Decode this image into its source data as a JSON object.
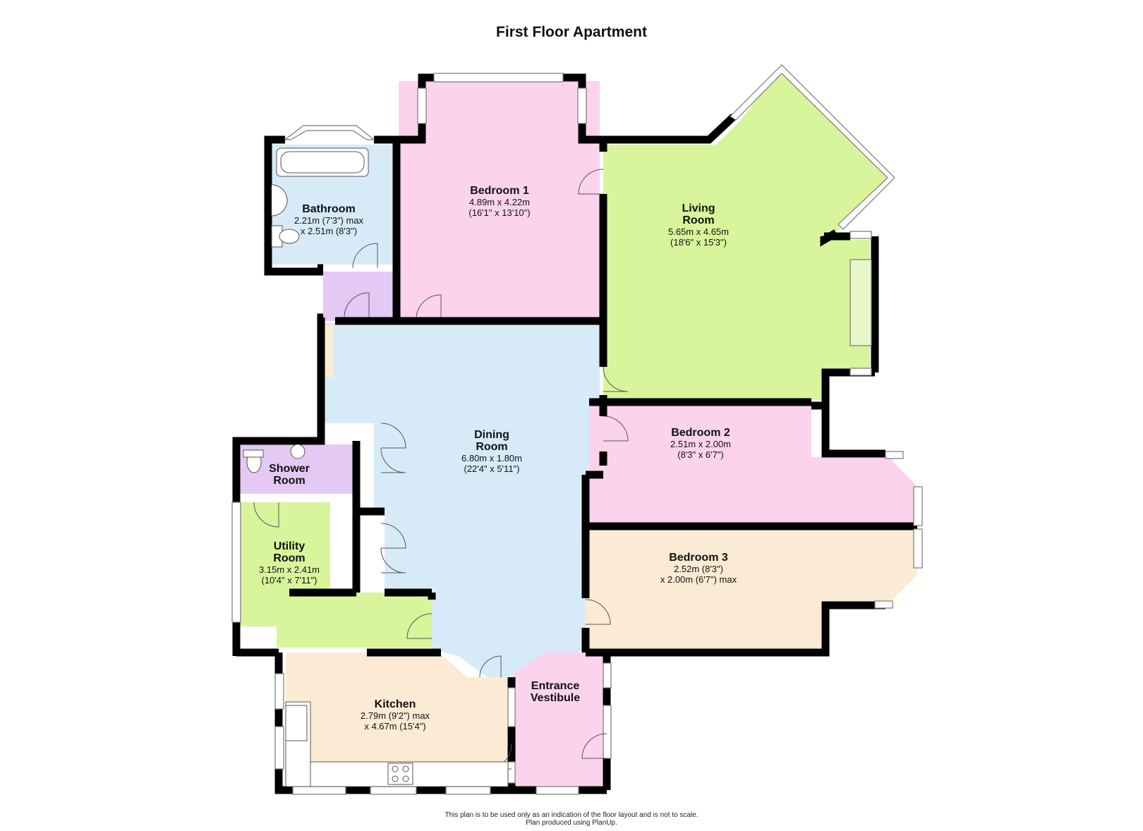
{
  "title": "First Floor Apartment",
  "rooms": [
    {
      "id": "bathroom",
      "name": "Bathroom",
      "dims_line1": "2.21m (7'3\") max",
      "dims_line2": "x 2.51m (8'3\")",
      "color": "#d6ebf7"
    },
    {
      "id": "bedroom1",
      "name": "Bedroom 1",
      "dims_line1": "4.89m x 4.22m",
      "dims_line2": "(16'1\" x 13'10\")",
      "color": "#fbd3ec"
    },
    {
      "id": "living",
      "name_line1": "Living",
      "name_line2": "Room",
      "dims_line1": "5.65m x 4.65m",
      "dims_line2": "(18'6\" x 15'3\")",
      "color": "#d8f59b"
    },
    {
      "id": "dining",
      "name_line1": "Dining",
      "name_line2": "Room",
      "dims_line1": "6.80m x 1.80m",
      "dims_line2": "(22'4\" x 5'11\")",
      "color": "#d6ebf7"
    },
    {
      "id": "bedroom2",
      "name": "Bedroom 2",
      "dims_line1": "2.51m x 2.00m",
      "dims_line2": "(8'3\" x 6'7\")",
      "color": "#fbd3ec"
    },
    {
      "id": "bedroom3",
      "name": "Bedroom 3",
      "dims_line1": "2.52m (8'3\")",
      "dims_line2": "x 2.00m (6'7\") max",
      "color": "#fcebd4"
    },
    {
      "id": "shower",
      "name_line1": "Shower",
      "name_line2": "Room",
      "color": "#e4c9f4"
    },
    {
      "id": "utility",
      "name_line1": "Utility",
      "name_line2": "Room",
      "dims_line1": "3.15m x 2.41m",
      "dims_line2": "(10'4\" x 7'11\")",
      "color": "#d8f59b"
    },
    {
      "id": "kitchen",
      "name": "Kitchen",
      "dims_line1": "2.79m (9'2\") max",
      "dims_line2": "x 4.67m (15'4\")",
      "color": "#fcebd4"
    },
    {
      "id": "vestibule",
      "name_line1": "Entrance",
      "name_line2": "Vestibule",
      "color": "#fbd3ec"
    }
  ],
  "footer": {
    "line1": "This plan is to be used only as an indication of the floor layout and is not to scale.",
    "line2": "Plan produced using PlanUp."
  },
  "colors": {
    "wall": "#000000",
    "landing": "#e4c9f4",
    "window": "#ffffff"
  }
}
